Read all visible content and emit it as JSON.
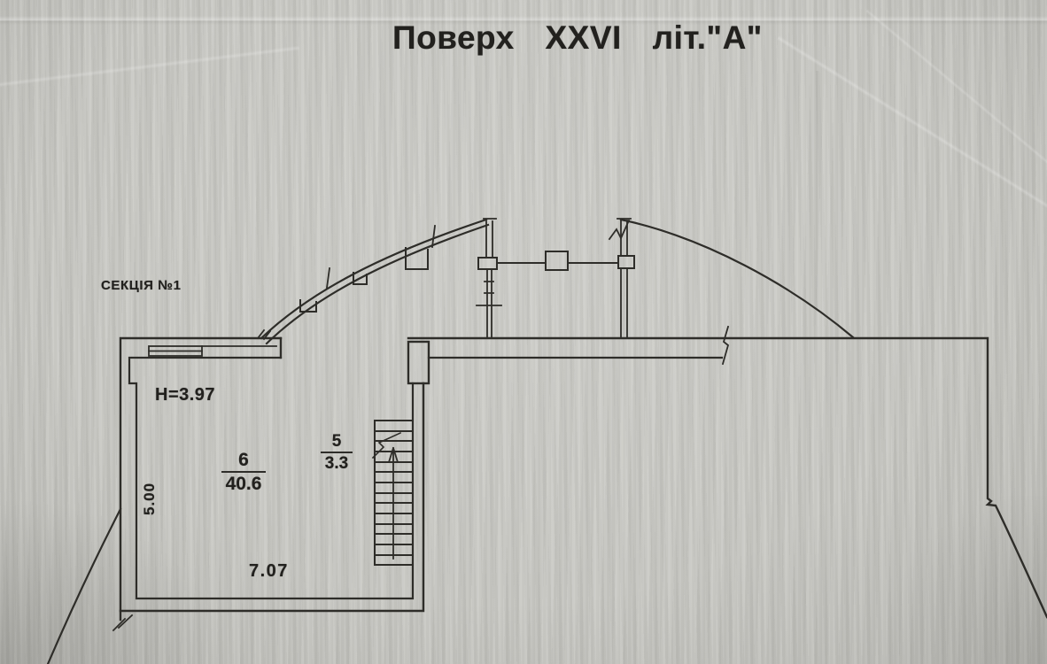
{
  "document": {
    "title": "Поверх XXVI літ.\"А\"",
    "section_label": "СЕКЦІЯ №1",
    "plan": {
      "ceiling_height_label": "H=3.97",
      "rooms": [
        {
          "number": "6",
          "area": "40.6"
        },
        {
          "number": "5",
          "area": "3.3"
        }
      ],
      "dimensions": {
        "width_m": "7.07",
        "height_m": "5.00"
      },
      "stairs": {
        "direction_arrow": "up"
      }
    }
  },
  "colors": {
    "paper": "#c7c7c2",
    "ink": "#2e2d29",
    "text": "#22211e"
  }
}
